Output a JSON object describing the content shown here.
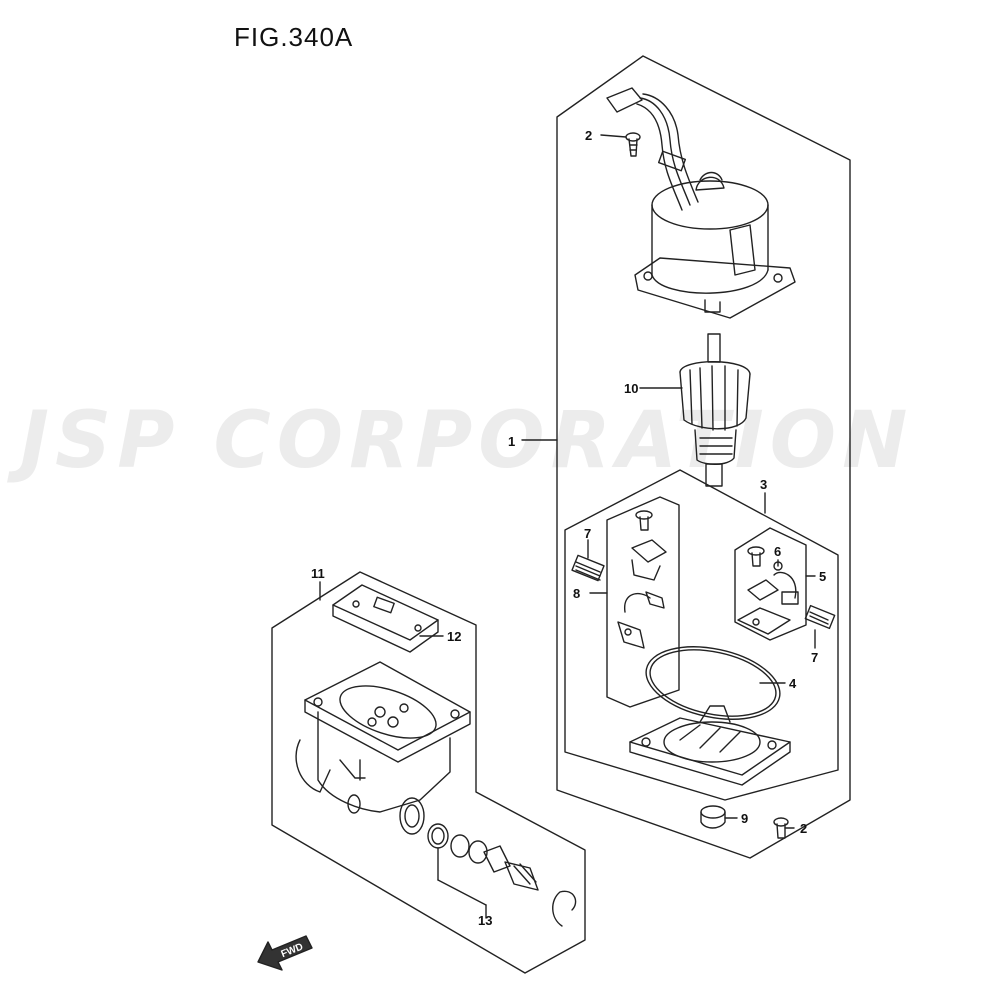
{
  "figure": {
    "title": "FIG.340A"
  },
  "watermark": {
    "text": "JSP CORPORATION"
  },
  "callouts": {
    "c1": "1",
    "c2a": "2",
    "c2b": "2",
    "c3": "3",
    "c4": "4",
    "c5": "5",
    "c6": "6",
    "c7a": "7",
    "c7b": "7",
    "c8": "8",
    "c9": "9",
    "c10": "10",
    "c11": "11",
    "c12": "12",
    "c13": "13"
  },
  "fwd": {
    "label": "FWD",
    "icon": "fwd-arrow-icon"
  },
  "colors": {
    "line": "#222222",
    "watermark": "#c8c8c8"
  }
}
